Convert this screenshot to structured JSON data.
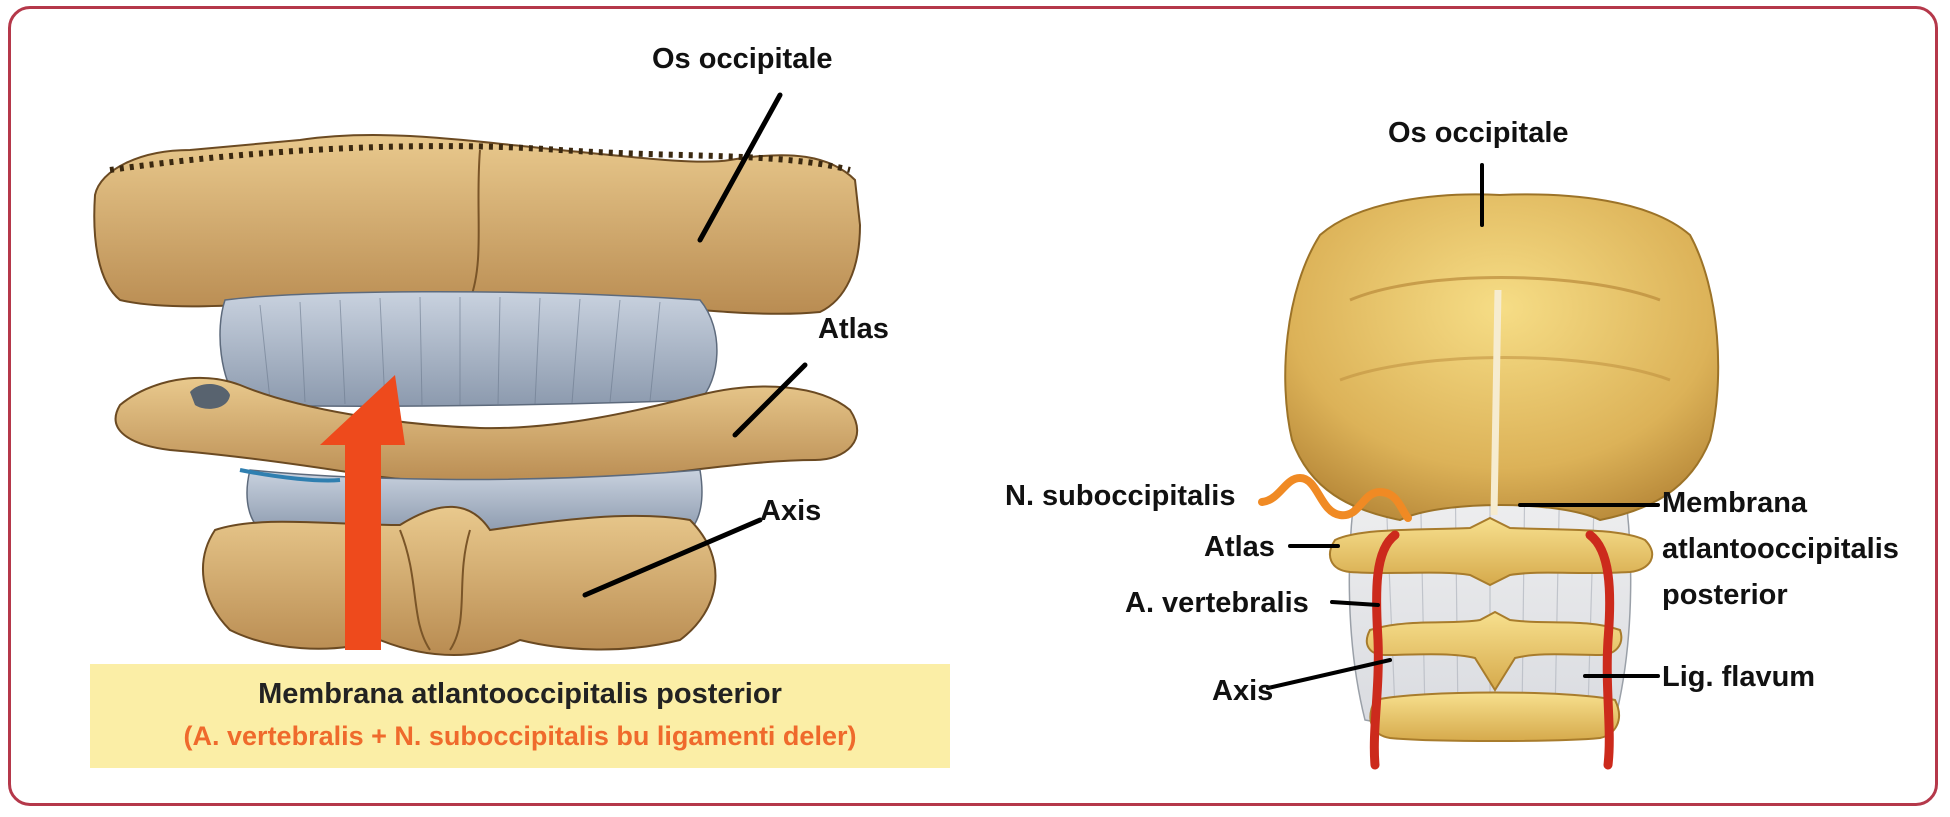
{
  "left_panel": {
    "labels": {
      "os_occipitale": "Os occipitale",
      "atlas": "Atlas",
      "axis": "Axis"
    },
    "caption": {
      "line1": "Membrana atlantooccipitalis posterior",
      "line2": "(A. vertebralis + N. suboccipitalis bu ligamenti deler)"
    }
  },
  "right_panel": {
    "labels": {
      "os_occipitale": "Os occipitale",
      "n_suboccipitalis": "N. suboccipitalis",
      "atlas": "Atlas",
      "a_vertebralis": "A. vertebralis",
      "axis": "Axis",
      "membrana_line1": "Membrana",
      "membrana_line2": "atlantooccipitalis",
      "membrana_line3": "posterior",
      "lig_flavum": "Lig. flavum"
    }
  },
  "colors": {
    "frame": "#b5384a",
    "caption_bg": "#fbeea6",
    "caption_highlight": "#ef6a2c",
    "arrow": "#ee4a1c",
    "nerve": "#f08a24",
    "artery": "#cc2a1c"
  }
}
